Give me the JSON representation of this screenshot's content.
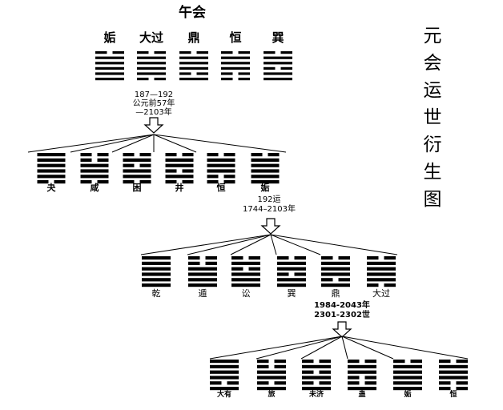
{
  "main_title": "午会",
  "side_title": [
    "元",
    "会",
    "运",
    "世",
    "衍",
    "生",
    "图"
  ],
  "level1": {
    "hexagrams": [
      {
        "name": "姤",
        "lines": [
          1,
          1,
          1,
          1,
          1,
          0
        ]
      },
      {
        "name": "大过",
        "lines": [
          0,
          1,
          1,
          1,
          1,
          0
        ]
      },
      {
        "name": "鼎",
        "lines": [
          1,
          0,
          1,
          1,
          1,
          0
        ]
      },
      {
        "name": "恒",
        "lines": [
          0,
          0,
          1,
          1,
          1,
          0
        ]
      },
      {
        "name": "巽",
        "lines": [
          1,
          1,
          0,
          1,
          1,
          0
        ]
      }
    ]
  },
  "label1": [
    "187—192",
    "公元前57年",
    "—2103年"
  ],
  "level2": {
    "hexagrams": [
      {
        "name": "夬",
        "lines": [
          0,
          1,
          1,
          1,
          1,
          1
        ]
      },
      {
        "name": "咸",
        "lines": [
          0,
          1,
          1,
          1,
          0,
          0
        ]
      },
      {
        "name": "困",
        "lines": [
          0,
          1,
          1,
          0,
          1,
          0
        ]
      },
      {
        "name": "井",
        "lines": [
          0,
          1,
          0,
          1,
          1,
          0
        ]
      },
      {
        "name": "恒",
        "lines": [
          0,
          0,
          1,
          1,
          1,
          0
        ]
      },
      {
        "name": "姤",
        "lines": [
          1,
          1,
          1,
          1,
          1,
          0
        ]
      }
    ]
  },
  "label2": [
    "192运",
    "1744–2103年"
  ],
  "level3": {
    "hexagrams": [
      {
        "name": "乾",
        "lines": [
          1,
          1,
          1,
          1,
          1,
          1
        ]
      },
      {
        "name": "遁",
        "lines": [
          1,
          1,
          1,
          1,
          0,
          0
        ]
      },
      {
        "name": "讼",
        "lines": [
          1,
          1,
          1,
          0,
          1,
          0
        ]
      },
      {
        "name": "巽",
        "lines": [
          1,
          1,
          0,
          1,
          1,
          0
        ]
      },
      {
        "name": "鼎",
        "lines": [
          1,
          0,
          1,
          1,
          1,
          0
        ]
      },
      {
        "name": "大过",
        "lines": [
          0,
          1,
          1,
          1,
          1,
          0
        ]
      }
    ]
  },
  "label3": [
    "1984-2043年",
    "2301-2302世"
  ],
  "level4": {
    "hexagrams": [
      {
        "name": "大有",
        "lines": [
          1,
          0,
          1,
          1,
          1,
          1
        ]
      },
      {
        "name": "旅",
        "lines": [
          1,
          0,
          1,
          1,
          0,
          0
        ]
      },
      {
        "name": "未济",
        "lines": [
          1,
          0,
          1,
          0,
          1,
          0
        ]
      },
      {
        "name": "蛊",
        "lines": [
          1,
          0,
          0,
          1,
          1,
          0
        ]
      },
      {
        "name": "姤",
        "lines": [
          1,
          1,
          1,
          1,
          1,
          0
        ]
      },
      {
        "name": "恒",
        "lines": [
          0,
          0,
          1,
          1,
          1,
          0
        ]
      }
    ]
  }
}
